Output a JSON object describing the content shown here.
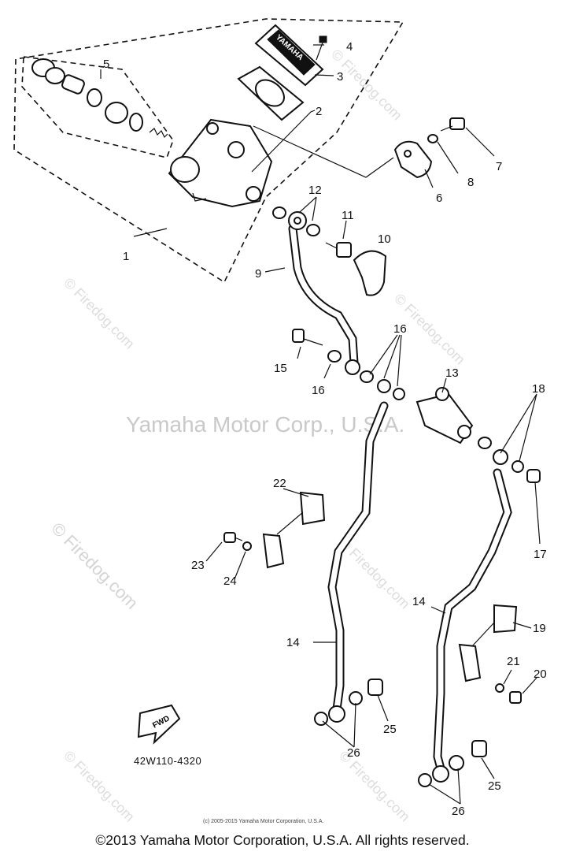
{
  "diagram_code": "42W110-4320",
  "fwd_label": "FWD",
  "reservoir_cap_text": "YAMAHA",
  "callouts": [
    "1",
    "2",
    "3",
    "4",
    "5",
    "6",
    "7",
    "8",
    "9",
    "10",
    "11",
    "12",
    "13",
    "14",
    "15",
    "16",
    "17",
    "18",
    "19",
    "20",
    "21",
    "22",
    "23",
    "24",
    "25",
    "26"
  ],
  "watermark_center": "Yamaha Motor Corp., U.S.A.",
  "watermark_diagonal": "© Firedog.com",
  "small_credit": "(c) 2005-2015 Yamaha Motor Corporation, U.S.A.",
  "copyright": "©2013 Yamaha Motor Corporation, U.S.A. All rights reserved."
}
